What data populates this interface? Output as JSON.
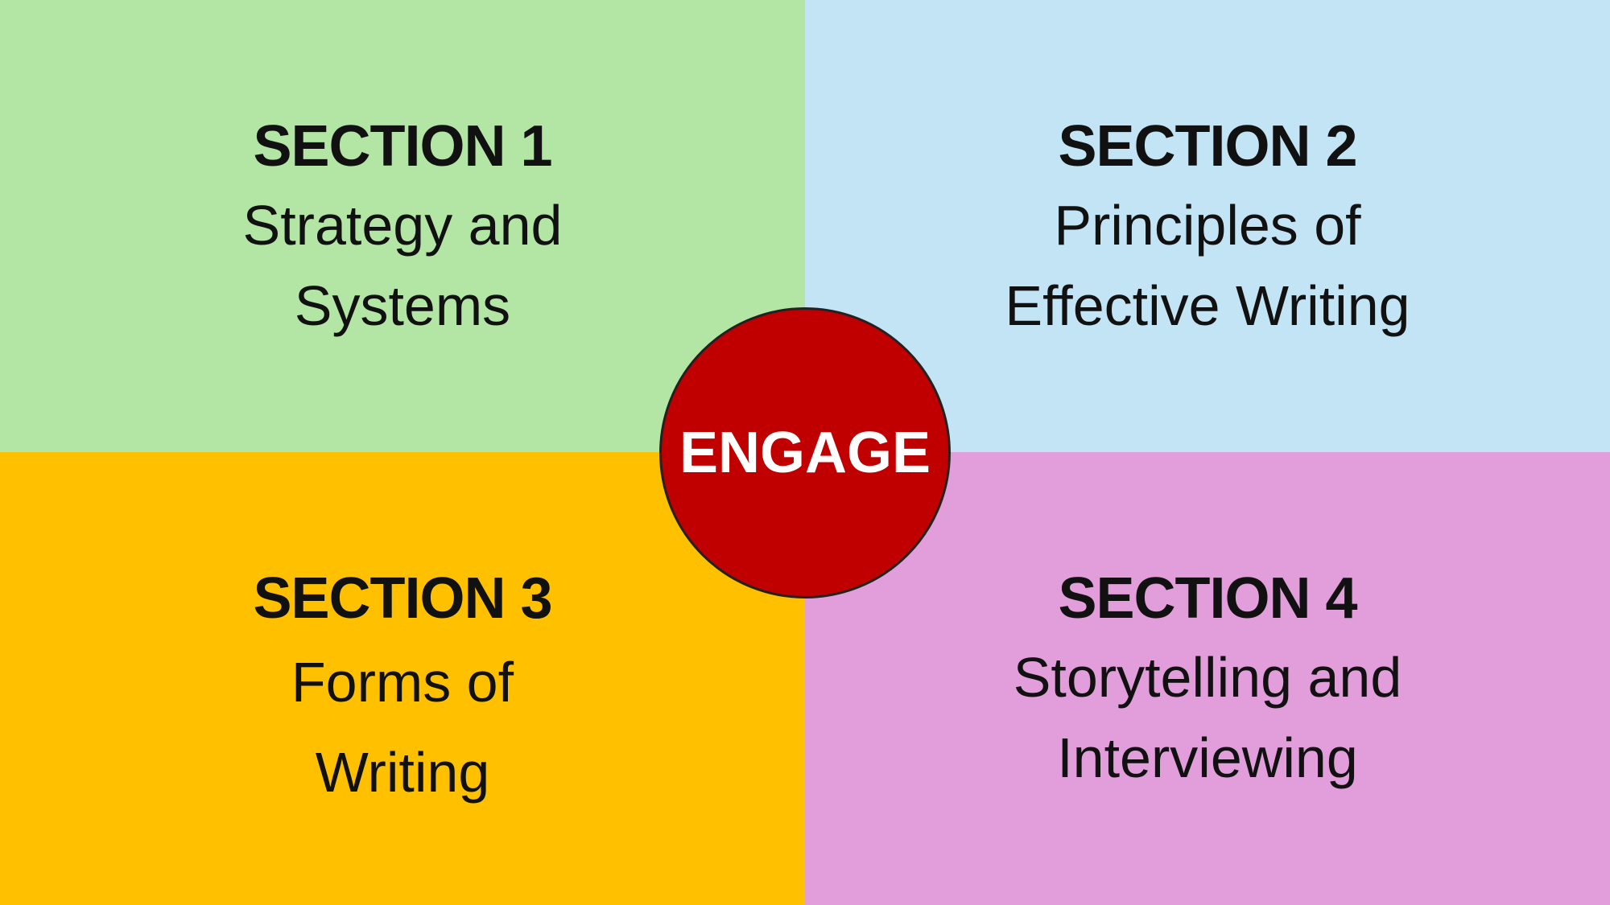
{
  "colors": {
    "section1_bg": "#b3e5a4",
    "section2_bg": "#c2e4f5",
    "section3_bg": "#ffc000",
    "section4_bg": "#e29edb",
    "center_bg": "#c00000",
    "center_text": "#ffffff",
    "text": "#111111"
  },
  "center": {
    "label": "ENGAGE"
  },
  "sections": [
    {
      "heading": "SECTION 1",
      "body": "Strategy and\nSystems"
    },
    {
      "heading": "SECTION 2",
      "body": "Principles of\nEffective Writing"
    },
    {
      "heading": "SECTION 3",
      "body": "Forms of\nWriting"
    },
    {
      "heading": "SECTION 4",
      "body": "Storytelling and\nInterviewing"
    }
  ]
}
